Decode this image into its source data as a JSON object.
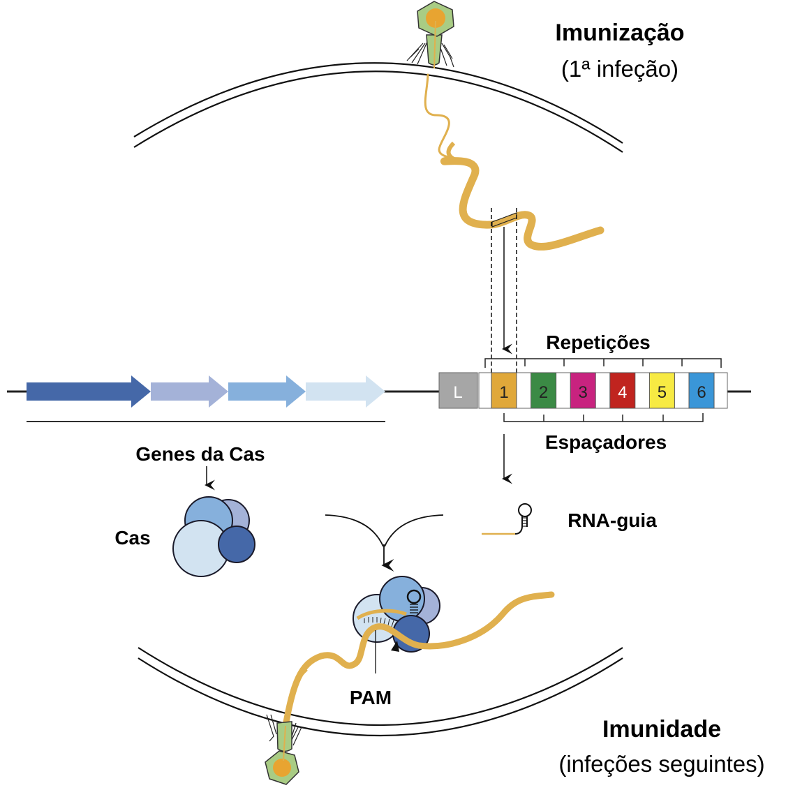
{
  "title_top": {
    "heading": "Imunização",
    "subheading": "(1ª infeção)"
  },
  "title_bottom": {
    "heading": "Imunidade",
    "subheading": "(infeções seguintes)"
  },
  "labels": {
    "repeats": "Repetições",
    "spacers": "Espaçadores",
    "cas_genes": "Genes da Cas",
    "cas_protein": "Cas",
    "guide_rna": "RNA-guia",
    "pam": "PAM"
  },
  "crispr_array": {
    "leader_label": "L",
    "leader_color": "#a6a6a6",
    "spacers": [
      {
        "label": "1",
        "color": "#e0a83a",
        "text_color": "#222222"
      },
      {
        "label": "2",
        "color": "#3b8a45",
        "text_color": "#222222"
      },
      {
        "label": "3",
        "color": "#c8237f",
        "text_color": "#222222"
      },
      {
        "label": "4",
        "color": "#c0241f",
        "text_color": "#ffffff"
      },
      {
        "label": "5",
        "color": "#f7ea43",
        "text_color": "#222222"
      },
      {
        "label": "6",
        "color": "#3a96d8",
        "text_color": "#222222"
      }
    ]
  },
  "cas_genes": [
    {
      "name": "cas-gene-1",
      "color": "#4568a8"
    },
    {
      "name": "cas-gene-2",
      "color": "#a4b2d8"
    },
    {
      "name": "cas-gene-3",
      "color": "#86b0dc"
    },
    {
      "name": "cas-gene-4",
      "color": "#d2e3f1"
    }
  ],
  "colors": {
    "dna": "#e0b04e",
    "phage_body": "#a9cc84",
    "phage_core": "#e8a431",
    "membrane": "#111111",
    "cas_light": "#d2e3f1",
    "cas_mid": "#86b0dc",
    "cas_lavender": "#a4b2d8",
    "cas_dark": "#4568a8"
  }
}
